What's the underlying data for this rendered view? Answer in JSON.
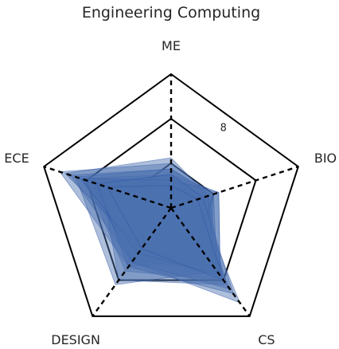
{
  "chart_data": {
    "type": "radar",
    "title": "Engineering Computing",
    "axes": [
      "ME",
      "BIO",
      "CS",
      "DESIGN",
      "ECE"
    ],
    "rlim": [
      0,
      12
    ],
    "rings": [
      4,
      8,
      12
    ],
    "tick_labels": [
      {
        "value": 8,
        "text": "8"
      }
    ],
    "grid": true,
    "fill_color": "#4c72b0",
    "series": [
      {
        "values": [
          4.0,
          4.0,
          6.0,
          6.5,
          10.5
        ]
      },
      {
        "values": [
          3.5,
          3.8,
          6.5,
          6.0,
          9.5
        ]
      },
      {
        "values": [
          3.0,
          4.5,
          7.5,
          5.5,
          8.5
        ]
      },
      {
        "values": [
          2.5,
          3.5,
          8.0,
          7.0,
          8.0
        ]
      },
      {
        "values": [
          3.0,
          2.5,
          10.5,
          6.0,
          7.0
        ]
      },
      {
        "values": [
          2.0,
          3.0,
          8.5,
          8.0,
          6.5
        ]
      },
      {
        "values": [
          3.5,
          4.0,
          7.0,
          8.5,
          9.0
        ]
      },
      {
        "values": [
          1.5,
          2.0,
          9.0,
          6.0,
          7.5
        ]
      },
      {
        "values": [
          4.5,
          3.5,
          6.5,
          4.5,
          10.0
        ]
      },
      {
        "values": [
          2.5,
          4.5,
          7.5,
          5.0,
          8.5
        ]
      },
      {
        "values": [
          3.0,
          3.0,
          9.5,
          6.5,
          7.0
        ]
      },
      {
        "values": [
          2.0,
          2.5,
          8.0,
          4.5,
          6.0
        ]
      }
    ]
  }
}
